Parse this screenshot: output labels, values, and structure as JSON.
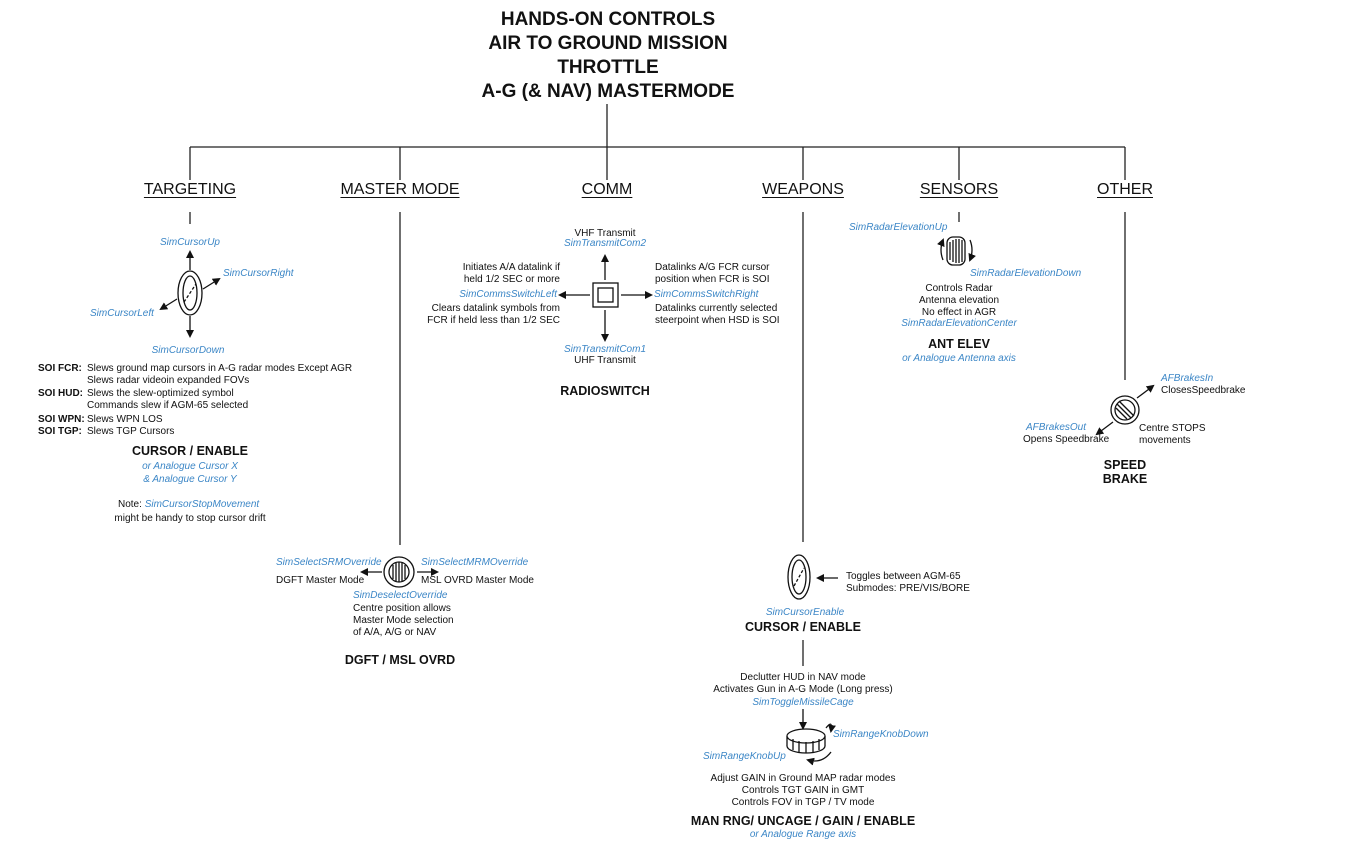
{
  "title": [
    "HANDS-ON CONTROLS",
    "AIR TO GROUND MISSION",
    "THROTTLE",
    "A-G (& NAV) MASTERMODE"
  ],
  "categories": {
    "targeting": "TARGETING",
    "master_mode": "MASTER MODE",
    "comm": "COMM",
    "weapons": "WEAPONS",
    "sensors": "SENSORS",
    "other": "OTHER"
  },
  "targeting": {
    "up": "SimCursorUp",
    "right": "SimCursorRight",
    "left": "SimCursorLeft",
    "down": "SimCursorDown",
    "soi": [
      {
        "label": "SOI FCR:",
        "text": "Slews ground map cursors in A-G radar modes Except AGR"
      },
      {
        "label": "",
        "text": "Slews radar videoin expanded FOVs"
      },
      {
        "label": "SOI HUD:",
        "text": "Slews the slew-optimized symbol"
      },
      {
        "label": "",
        "text": "Commands slew if AGM-65 selected"
      },
      {
        "label": "SOI WPN:",
        "text": "Slews WPN LOS"
      },
      {
        "label": "SOI TGP:",
        "text": "Slews TGP Cursors"
      }
    ],
    "name": "CURSOR / ENABLE",
    "analogue_x": "or Analogue Cursor X",
    "analogue_y": "& Analogue Cursor Y",
    "note_prefix": "Note:",
    "note_cmd": "SimCursorStopMovement",
    "note_text": "might be handy to stop cursor drift"
  },
  "master_mode": {
    "srm": "SimSelectSRMOverride",
    "srm_desc": "DGFT Master Mode",
    "mrm": "SimSelectMRMOverride",
    "mrm_desc": "MSL OVRD Master Mode",
    "deselect": "SimDeselectOverride",
    "centre_desc": [
      "Centre position allows",
      "Master Mode selection",
      "of A/A, A/G or NAV"
    ],
    "name": "DGFT / MSL OVRD"
  },
  "comm": {
    "vhf_label": "VHF Transmit",
    "vhf_cmd": "SimTransmitCom2",
    "left_desc_top": [
      "Initiates A/A datalink if",
      "held 1/2 SEC or more"
    ],
    "left_cmd": "SimCommsSwitchLeft",
    "left_desc_bottom": [
      "Clears datalink symbols from",
      "FCR if held less than 1/2 SEC"
    ],
    "right_desc_top": [
      "Datalinks A/G FCR cursor",
      "position when FCR is SOI"
    ],
    "right_cmd": "SimCommsSwitchRight",
    "right_desc_bottom": [
      "Datalinks currently selected",
      "steerpoint when HSD is SOI"
    ],
    "uhf_cmd": "SimTransmitCom1",
    "uhf_label": "UHF Transmit",
    "name": "RADIOSWITCH"
  },
  "weapons": {
    "toggle_desc": [
      "Toggles between AGM-65",
      "Submodes: PRE/VIS/BORE"
    ],
    "cursor_cmd": "SimCursorEnable",
    "cursor_name": "CURSOR / ENABLE",
    "declutter": [
      "Declutter HUD in NAV mode",
      "Activates Gun in A-G Mode (Long press)"
    ],
    "cage_cmd": "SimToggleMissileCage",
    "range_down": "SimRangeKnobDown",
    "range_up": "SimRangeKnobUp",
    "gain_desc": [
      "Adjust GAIN in Ground MAP radar modes",
      "Controls TGT GAIN in GMT",
      "Controls FOV in TGP / TV mode"
    ],
    "range_name": "MAN RNG/ UNCAGE / GAIN / ENABLE",
    "range_analogue": "or Analogue Range axis"
  },
  "sensors": {
    "up": "SimRadarElevationUp",
    "down": "SimRadarElevationDown",
    "desc": [
      "Controls Radar",
      "Antenna elevation",
      "No effect in AGR"
    ],
    "center": "SimRadarElevationCenter",
    "name": "ANT ELEV",
    "analogue": "or Analogue Antenna axis"
  },
  "other": {
    "in_cmd": "AFBrakesIn",
    "in_desc": "ClosesSpeedbrake",
    "out_cmd": "AFBrakesOut",
    "out_desc": "Opens Speedbrake",
    "centre_desc": [
      "Centre STOPS",
      "movements"
    ],
    "name": [
      "SPEED",
      "BRAKE"
    ]
  },
  "colors": {
    "command": "#3b86c6",
    "text": "#111111",
    "line": "#222222"
  }
}
